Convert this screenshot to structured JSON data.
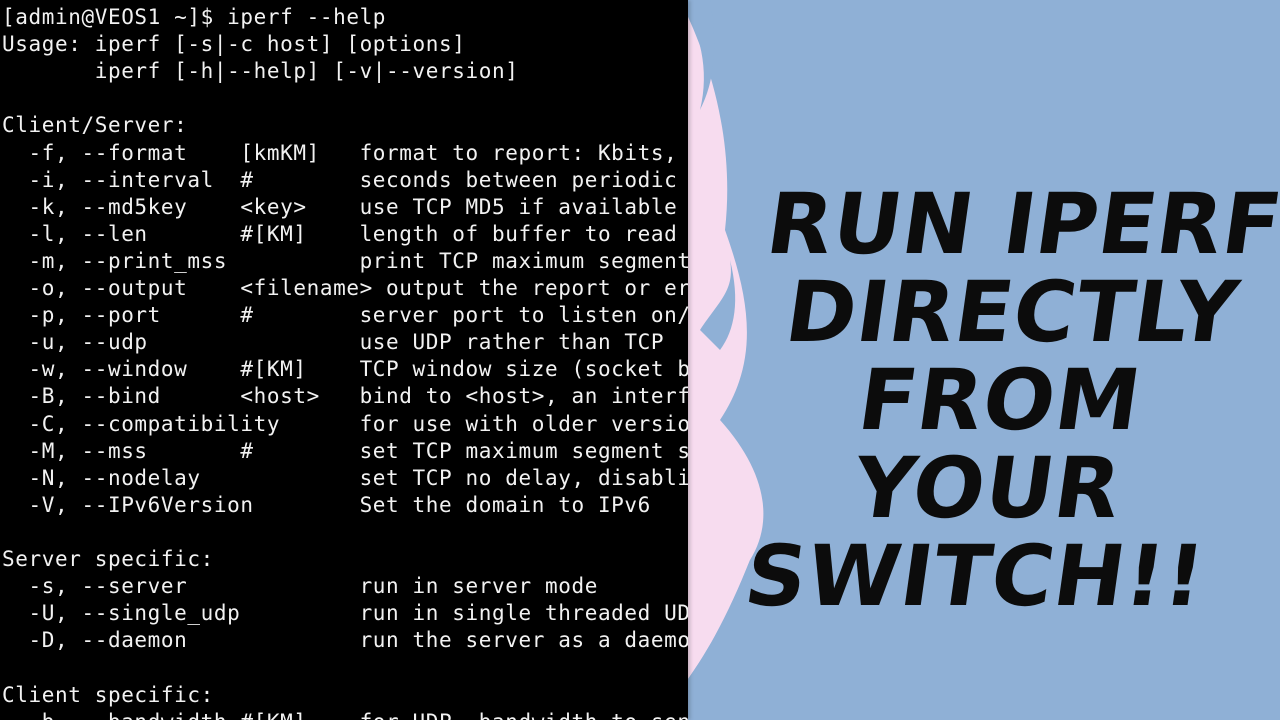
{
  "terminal": {
    "lines": [
      "[admin@VEOS1 ~]$ iperf --help",
      "Usage: iperf [-s|-c host] [options]",
      "       iperf [-h|--help] [-v|--version]",
      "",
      "Client/Server:",
      "  -f, --format    [kmKM]   format to report: Kbits, Mbits, KBytes, MBytes",
      "  -i, --interval  #        seconds between periodic bandwidth reports",
      "  -k, --md5key    <key>    use TCP MD5 if available",
      "  -l, --len       #[KM]    length of buffer to read or write",
      "  -m, --print_mss          print TCP maximum segment size",
      "  -o, --output    <filename> output the report or error message",
      "  -p, --port      #        server port to listen on/connect to",
      "  -u, --udp                use UDP rather than TCP",
      "  -w, --window    #[KM]    TCP window size (socket buffer size)",
      "  -B, --bind      <host>   bind to <host>, an interface or multicast",
      "  -C, --compatibility      for use with older versions",
      "  -M, --mss       #        set TCP maximum segment size",
      "  -N, --nodelay            set TCP no delay, disabling Nagle's",
      "  -V, --IPv6Version        Set the domain to IPv6",
      "",
      "Server specific:",
      "  -s, --server             run in server mode",
      "  -U, --single_udp         run in single threaded UDP mode",
      "  -D, --daemon             run the server as a daemon",
      "",
      "Client specific:",
      "  -b, --bandwidth #[KM]    for UDP, bandwidth to send at"
    ]
  },
  "headline": {
    "line1": "RUN IPERF",
    "line2": "DIRECTLY",
    "line3": "FROM YOUR",
    "line4": "SWITCH!!"
  },
  "colors": {
    "background": "#8fb0d6",
    "accent_pink": "#f7dcef",
    "terminal_bg": "#000000",
    "terminal_text": "#f2f2f2",
    "headline_text": "#0c0c0c"
  }
}
